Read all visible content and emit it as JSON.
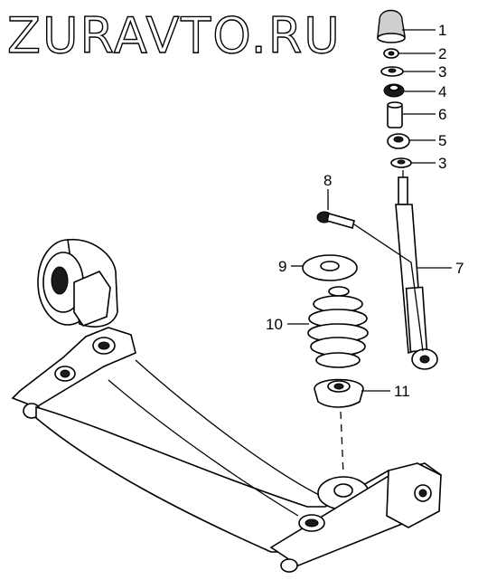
{
  "watermark": "ZURAVTO.RU",
  "callouts": [
    {
      "id": "1",
      "label": "1"
    },
    {
      "id": "2",
      "label": "2"
    },
    {
      "id": "3a",
      "label": "3"
    },
    {
      "id": "4",
      "label": "4"
    },
    {
      "id": "6",
      "label": "6"
    },
    {
      "id": "5",
      "label": "5"
    },
    {
      "id": "3b",
      "label": "3"
    },
    {
      "id": "8",
      "label": "8"
    },
    {
      "id": "7",
      "label": "7"
    },
    {
      "id": "9",
      "label": "9"
    },
    {
      "id": "10",
      "label": "10"
    },
    {
      "id": "11",
      "label": "11"
    }
  ]
}
